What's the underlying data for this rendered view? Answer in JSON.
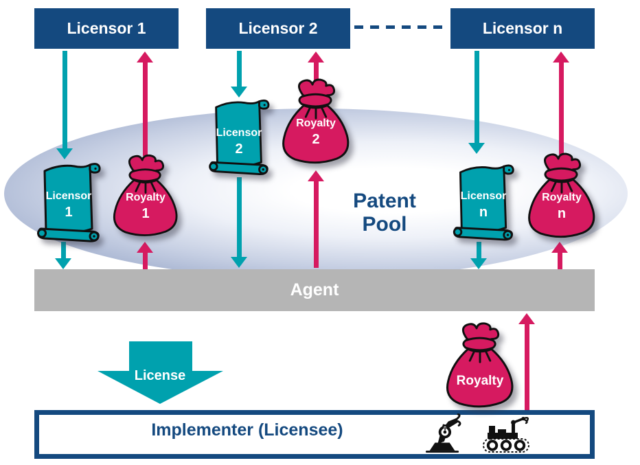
{
  "colors": {
    "dark_blue": "#14497F",
    "teal": "#00A1AE",
    "magenta": "#D61A60",
    "gray": "#B5B5B5",
    "pool_dark": "#8D9CC4"
  },
  "licensors": [
    {
      "label": "Licensor 1"
    },
    {
      "label": "Licensor 2"
    },
    {
      "label": "Licensor n"
    }
  ],
  "pool": {
    "line1": "Patent",
    "line2": "Pool"
  },
  "groups": [
    {
      "scroll_line1": "Licensor",
      "scroll_line2": "1",
      "bag_line1": "Royalty",
      "bag_line2": "1"
    },
    {
      "scroll_line1": "Licensor",
      "scroll_line2": "2",
      "bag_line1": "Royalty",
      "bag_line2": "2"
    },
    {
      "scroll_line1": "Licensor",
      "scroll_line2": "n",
      "bag_line1": "Royalty",
      "bag_line2": "n"
    }
  ],
  "agent": {
    "label": "Agent"
  },
  "license_arrow": {
    "label": "License"
  },
  "bottom_bag": {
    "label": "Royalty"
  },
  "implementer": {
    "label": "Implementer (Licensee)"
  },
  "icons": {
    "scroll": "license-scroll-icon",
    "bag": "money-bag-icon",
    "robot_arm": "robot-arm-icon",
    "tracked_robot": "tracked-robot-icon"
  }
}
